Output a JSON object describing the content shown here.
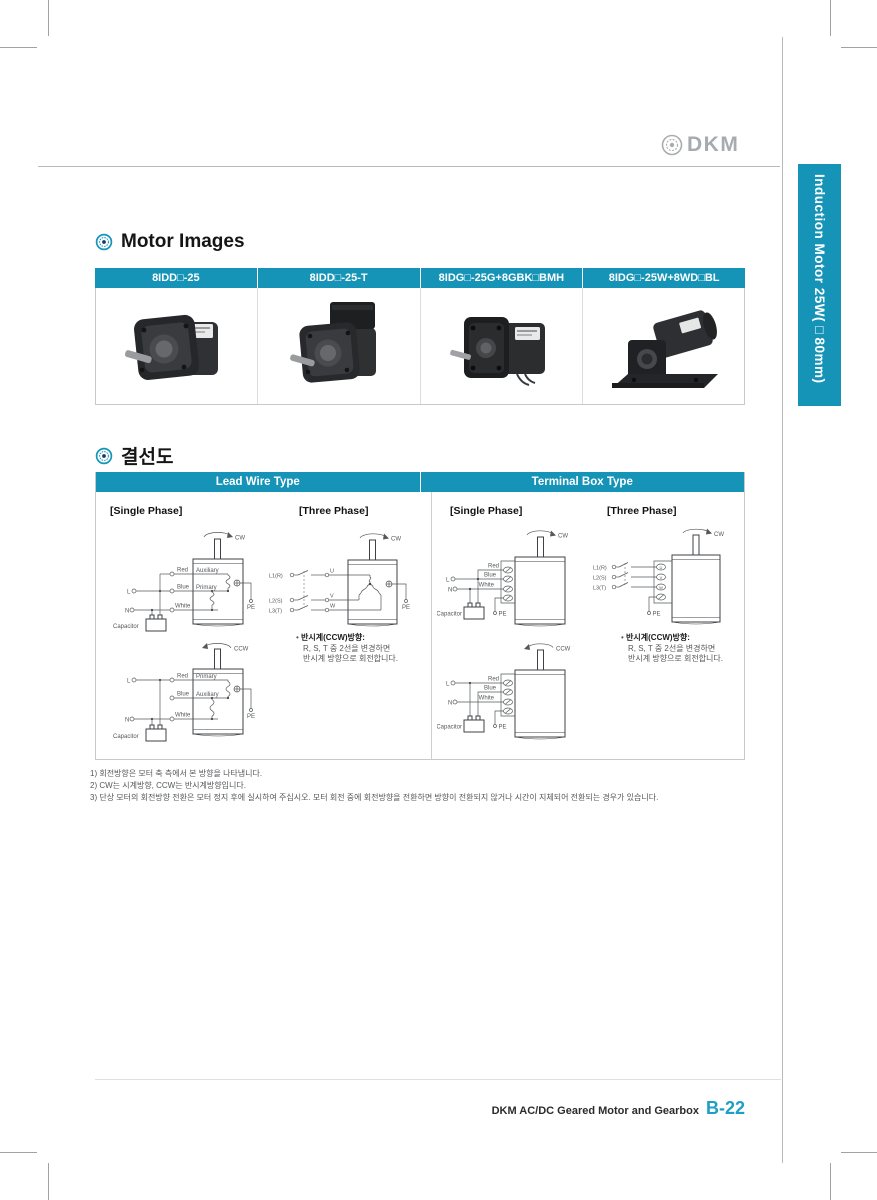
{
  "logo": {
    "text": "DKM"
  },
  "side_tab": {
    "label": "Induction Motor 25W(□80mm)"
  },
  "sections": {
    "motor_images": "Motor Images",
    "wiring": "결선도"
  },
  "motor_table": {
    "columns": [
      "8IDD□-25",
      "8IDD□-25-T",
      "8IDG□-25G+8GBK□BMH",
      "8IDG□-25W+8WD□BL"
    ]
  },
  "wiring_table": {
    "headers": [
      "Lead Wire Type",
      "Terminal Box Type"
    ],
    "single_phase": "[Single Phase]",
    "three_phase": "[Three Phase]"
  },
  "labels": {
    "cw": "CW",
    "ccw": "CCW",
    "l": "L",
    "n": "N",
    "red": "Red",
    "blue": "Blue",
    "white": "White",
    "auxiliary": "Auxiliary",
    "primary": "Primary",
    "capacitor": "Capacitor",
    "pe": "PE",
    "l1": "L1(R)",
    "l2": "L2(S)",
    "l3": "L3(T)",
    "u": "U",
    "v": "V",
    "w": "W"
  },
  "ccw_note": {
    "bullet": "•",
    "title": "반시계(CCW)방향:",
    "line1": "R, S, T 중 2선을 변경하면",
    "line2": "반시계 방향으로 회전합니다."
  },
  "footnotes": [
    "1) 회전방향은 모터 축 측에서 본 방향을 나타냅니다.",
    "2) CW는 시계방향, CCW는 반시계방향입니다.",
    "3) 단상 모터의 회전방향 전환은 모터 정지 후에 실시하여 주십시오. 모터 회전 중에 회전방향을 전환하면 방향이 전환되지 않거나 시간이 지체되어 전환되는 경우가 있습니다."
  ],
  "footer": {
    "text": "DKM AC/DC Geared Motor and Gearbox",
    "page_number": "B-22"
  },
  "colors": {
    "teal": "#1594b7",
    "page_number_teal": "#1b9fc3"
  }
}
